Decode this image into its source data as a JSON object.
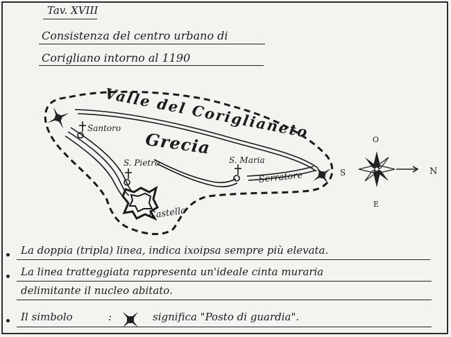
{
  "header": {
    "plate": "Tav. XVIII",
    "title_line1": "Consistenza del centro urbano di",
    "title_line2": "Corigliano intorno al 1190"
  },
  "map": {
    "valley_label": "Valle del Coriglianeto",
    "district_label": "Grecia",
    "places": {
      "santoro": "Santoro",
      "spietro": "S. Pietro",
      "smaria": "S. Maria",
      "serratore": "Serratore",
      "castello": "Castello"
    },
    "compass": {
      "north": "N",
      "south": "S",
      "east": "E",
      "west": "O"
    }
  },
  "legend": {
    "note1": "La doppia (tripla) linea, indica ixoipsa sempre più elevata.",
    "note2a": "La linea tratteggiata rappresenta un'ideale cinta muraria",
    "note2b": "delimitante il nucleo abitato.",
    "note3a": "Il simbolo",
    "note3b": ":",
    "note3c": "significa \"Posto di guardia\"."
  }
}
